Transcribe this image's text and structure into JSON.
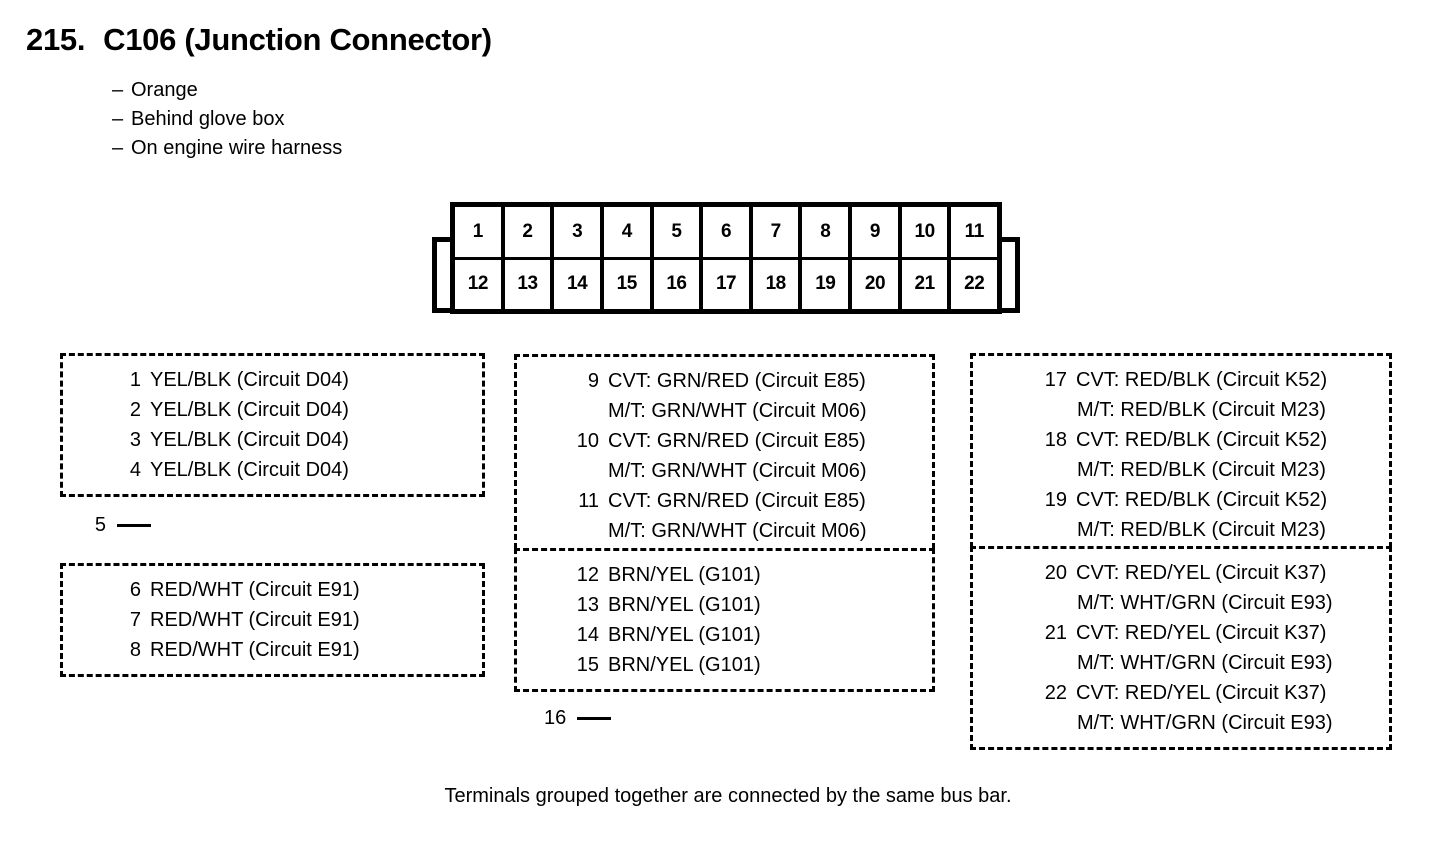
{
  "heading": {
    "number": "215.",
    "title": "C106 (Junction Connector)"
  },
  "notes": {
    "dash": "–",
    "items": [
      "Orange",
      "Behind glove box",
      "On engine wire harness"
    ]
  },
  "connector": {
    "top_row": [
      "1",
      "2",
      "3",
      "4",
      "5",
      "6",
      "7",
      "8",
      "9",
      "10",
      "11"
    ],
    "bottom_row": [
      "12",
      "13",
      "14",
      "15",
      "16",
      "17",
      "18",
      "19",
      "20",
      "21",
      "22"
    ]
  },
  "groups": {
    "g1": [
      {
        "pin": "1",
        "desc": "YEL/BLK (Circuit D04)"
      },
      {
        "pin": "2",
        "desc": "YEL/BLK (Circuit D04)"
      },
      {
        "pin": "3",
        "desc": "YEL/BLK (Circuit D04)"
      },
      {
        "pin": "4",
        "desc": "YEL/BLK (Circuit D04)"
      }
    ],
    "g2": [
      {
        "pin": "6",
        "desc": "RED/WHT (Circuit E91)"
      },
      {
        "pin": "7",
        "desc": "RED/WHT (Circuit E91)"
      },
      {
        "pin": "8",
        "desc": "RED/WHT (Circuit E91)"
      }
    ],
    "g3": [
      {
        "pin": "9",
        "desc": "CVT: GRN/RED (Circuit E85)",
        "sub": "M/T: GRN/WHT (Circuit M06)"
      },
      {
        "pin": "10",
        "desc": "CVT: GRN/RED (Circuit E85)",
        "sub": "M/T: GRN/WHT (Circuit M06)"
      },
      {
        "pin": "11",
        "desc": "CVT: GRN/RED (Circuit E85)",
        "sub": "M/T: GRN/WHT (Circuit M06)"
      }
    ],
    "g4": [
      {
        "pin": "12",
        "desc": "BRN/YEL (G101)"
      },
      {
        "pin": "13",
        "desc": "BRN/YEL (G101)"
      },
      {
        "pin": "14",
        "desc": "BRN/YEL (G101)"
      },
      {
        "pin": "15",
        "desc": "BRN/YEL (G101)"
      }
    ],
    "g5": [
      {
        "pin": "17",
        "desc": "CVT: RED/BLK (Circuit K52)",
        "sub": "M/T: RED/BLK (Circuit M23)"
      },
      {
        "pin": "18",
        "desc": "CVT: RED/BLK (Circuit K52)",
        "sub": "M/T: RED/BLK (Circuit M23)"
      },
      {
        "pin": "19",
        "desc": "CVT: RED/BLK (Circuit K52)",
        "sub": "M/T: RED/BLK (Circuit M23)"
      }
    ],
    "g6": [
      {
        "pin": "20",
        "desc": "CVT: RED/YEL (Circuit K37)",
        "sub": "M/T: WHT/GRN (Circuit E93)"
      },
      {
        "pin": "21",
        "desc": "CVT: RED/YEL (Circuit K37)",
        "sub": "M/T: WHT/GRN (Circuit E93)"
      },
      {
        "pin": "22",
        "desc": "CVT: RED/YEL (Circuit K37)",
        "sub": "M/T: WHT/GRN (Circuit E93)"
      }
    ]
  },
  "unused_pins": [
    {
      "pin": "5"
    },
    {
      "pin": "16"
    }
  ],
  "footer": {
    "note": "Terminals grouped together are connected by the same bus bar."
  }
}
